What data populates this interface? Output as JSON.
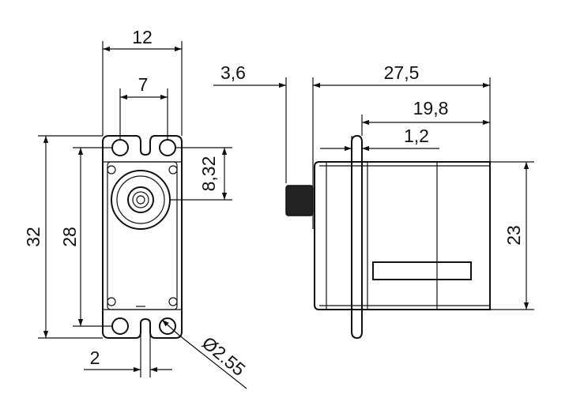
{
  "front_view": {
    "dim_width_overall": "12",
    "dim_hole_spacing": "7",
    "dim_height_overall": "32",
    "dim_hole_vertical_spacing": "28",
    "dim_horn_offset": "8,32",
    "dim_slot_width": "2",
    "dim_hole_diameter": "Ø2.55"
  },
  "side_view": {
    "dim_horn_height": "3,6",
    "dim_body_length": "27,5",
    "dim_flange_to_end": "19,8",
    "dim_flange_thickness": "1,2",
    "dim_body_height": "23"
  }
}
